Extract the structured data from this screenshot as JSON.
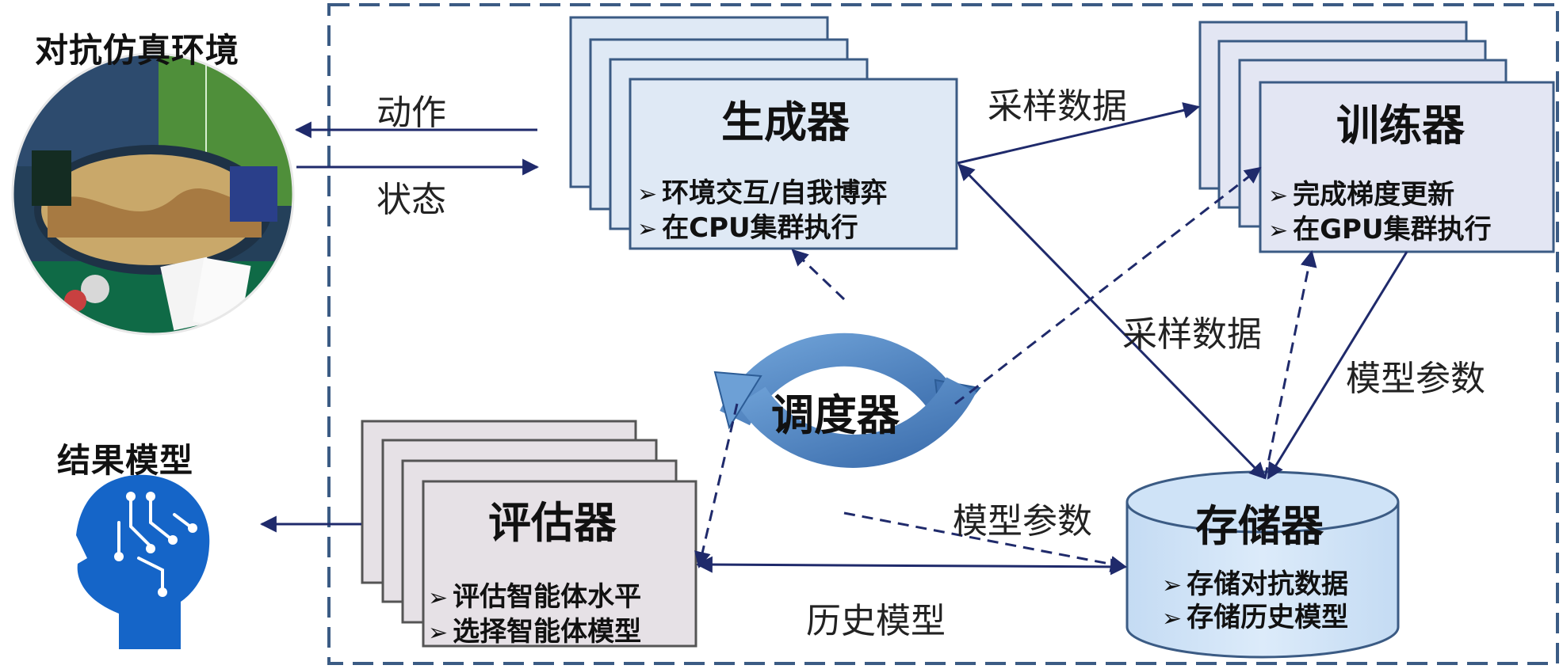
{
  "env": {
    "title": "对抗仿真环境"
  },
  "result": {
    "title": "结果模型"
  },
  "edges": {
    "action": "动作",
    "state": "状态",
    "sample_top": "采样数据",
    "sample_mid": "采样数据",
    "model_params_right": "模型参数",
    "model_params_bottom": "模型参数",
    "history_model": "历史模型"
  },
  "generator": {
    "title": "生成器",
    "bullets": [
      "环境交互/自我博弈",
      "在CPU集群执行"
    ]
  },
  "trainer": {
    "title": "训练器",
    "bullets": [
      "完成梯度更新",
      "在GPU集群执行"
    ]
  },
  "scheduler": {
    "title": "调度器"
  },
  "evaluator": {
    "title": "评估器",
    "bullets": [
      "评估智能体水平",
      "选择智能体模型"
    ]
  },
  "storage": {
    "title": "存储器",
    "bullets": [
      "存储对抗数据",
      "存储历史模型"
    ]
  },
  "icons": {
    "bullet": "➢",
    "env_image": "game-collage-icon",
    "result_image": "brain-head-icon"
  },
  "colors": {
    "arrow": "#1f2a6b",
    "frame": "#3b5b84",
    "generator_fill": "#dfe9f5",
    "trainer_fill": "#e3e6f3",
    "evaluator_fill": "#e6e1e6",
    "storage_fill": "#d2e4f6",
    "cycle": "#5b8fc9",
    "brain": "#1565c8"
  }
}
